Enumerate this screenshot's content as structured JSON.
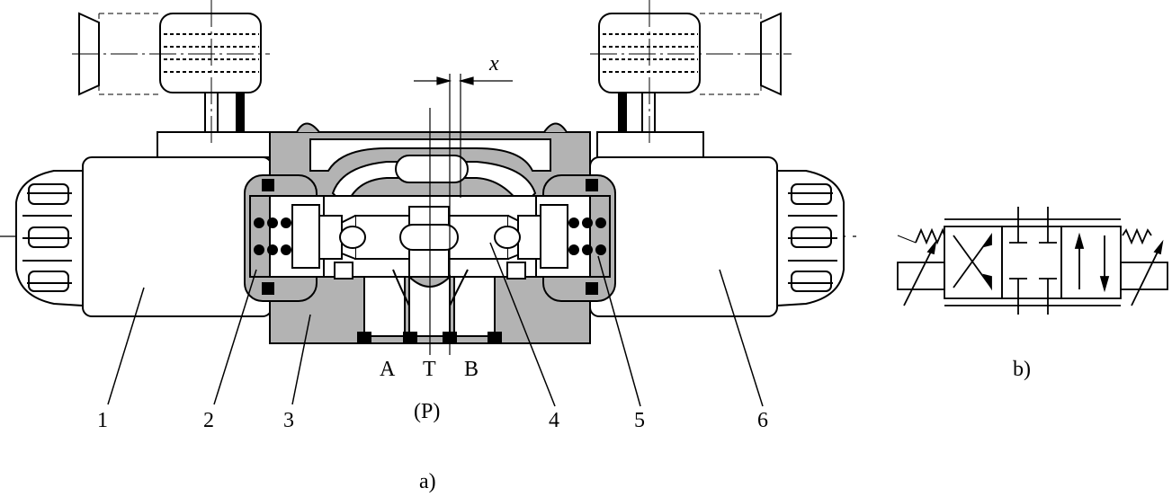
{
  "figure_a": {
    "caption": "a)",
    "dimension_label": "x",
    "ports": {
      "a": "A",
      "t": "T",
      "b": "B",
      "p": "(P)"
    },
    "callouts": [
      "1",
      "2",
      "3",
      "4",
      "5",
      "6"
    ]
  },
  "figure_b": {
    "caption": "b)"
  },
  "colors": {
    "body_fill": "#b3b3b3",
    "line": "#000000",
    "background": "#ffffff"
  }
}
